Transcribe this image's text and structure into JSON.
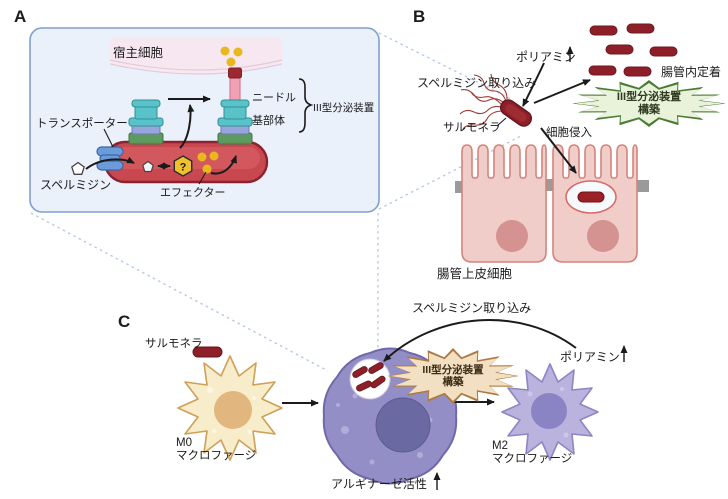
{
  "figure": {
    "panel_a": {
      "label": "A",
      "host_cell": "宿主細胞",
      "needle": "ニードル",
      "basal_body": "基部体",
      "t3ss": "III型分泌装置",
      "transporter": "トランスポーター",
      "spermidine": "スペルミジン",
      "effector": "エフェクター",
      "unknown_mark": "?"
    },
    "panel_b": {
      "label": "B",
      "polyamine": "ポリアミン",
      "spermidine_uptake": "スペルミジン取り込み",
      "salmonella": "サルモネラ",
      "cell_invasion": "細胞侵入",
      "colonization": "腸管内定着",
      "t3ss_burst_line1": "III型分泌装置",
      "t3ss_burst_line2": "構築",
      "epithelium": "腸管上皮細胞"
    },
    "panel_c": {
      "label": "C",
      "salmonella": "サルモネラ",
      "m0_name": "M0",
      "m0_type": "マクロファージ",
      "t3ss_burst_line1": "III型分泌装置",
      "t3ss_burst_line2": "構築",
      "spermidine_uptake": "スペルミジン取り込み",
      "polyamine": "ポリアミン",
      "m2_name": "M2",
      "m2_type": "マクロファージ",
      "arginase": "アルギナーゼ活性"
    },
    "colors": {
      "panel_box_fill": "#eaf1fb",
      "panel_box_border": "#7f9fd0",
      "bacterium_red": "#c9484f",
      "bacterium_dark_red": "#8e1f28",
      "needle_pink": "#f0a2b4",
      "basal_teal": "#59c3c9",
      "basal_green": "#5c9a5e",
      "basal_periwinkle": "#97a5da",
      "transporter_blue": "#6b9bd8",
      "effector_yellow": "#eab81e",
      "host_band_pink": "#f7e7f0",
      "epithelium_pink": "#f1cdc9",
      "burst_green_fill": "#e9f3da",
      "burst_green_border": "#4c7c33",
      "burst_tan_fill": "#f3e0c3",
      "burst_tan_border": "#ad7a42",
      "m0_cream": "#f8edcb",
      "macrophage_purple": "#948ec6",
      "m2_lavender": "#b9b3de",
      "dashed_line_blue": "#b7c9e6"
    }
  }
}
